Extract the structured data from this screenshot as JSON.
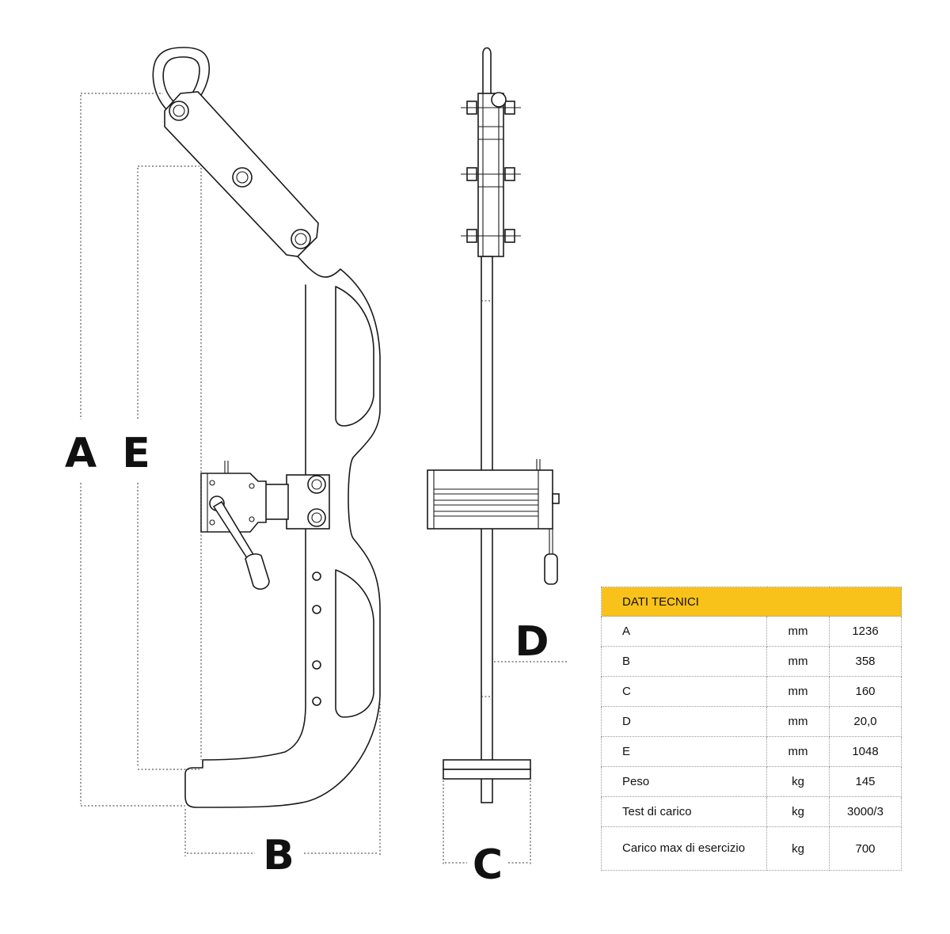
{
  "dimension_labels": {
    "a": "A",
    "b": "B",
    "c": "C",
    "d": "D",
    "e": "E"
  },
  "table": {
    "header": "DATI TECNICI",
    "rows": [
      {
        "name": "A",
        "unit": "mm",
        "value": "1236"
      },
      {
        "name": "B",
        "unit": "mm",
        "value": "358"
      },
      {
        "name": "C",
        "unit": "mm",
        "value": "160"
      },
      {
        "name": "D",
        "unit": "mm",
        "value": "20,0"
      },
      {
        "name": "E",
        "unit": "mm",
        "value": "1048"
      },
      {
        "name": "Peso",
        "unit": "kg",
        "value": "145"
      },
      {
        "name": "Test di carico",
        "unit": "kg",
        "value": "3000/3"
      },
      {
        "name": "Carico max di esercizio",
        "unit": "kg",
        "value": "700"
      }
    ]
  },
  "colors": {
    "header_bg": "#f9c21a",
    "line": "#1a1a1a",
    "background": "#ffffff"
  }
}
